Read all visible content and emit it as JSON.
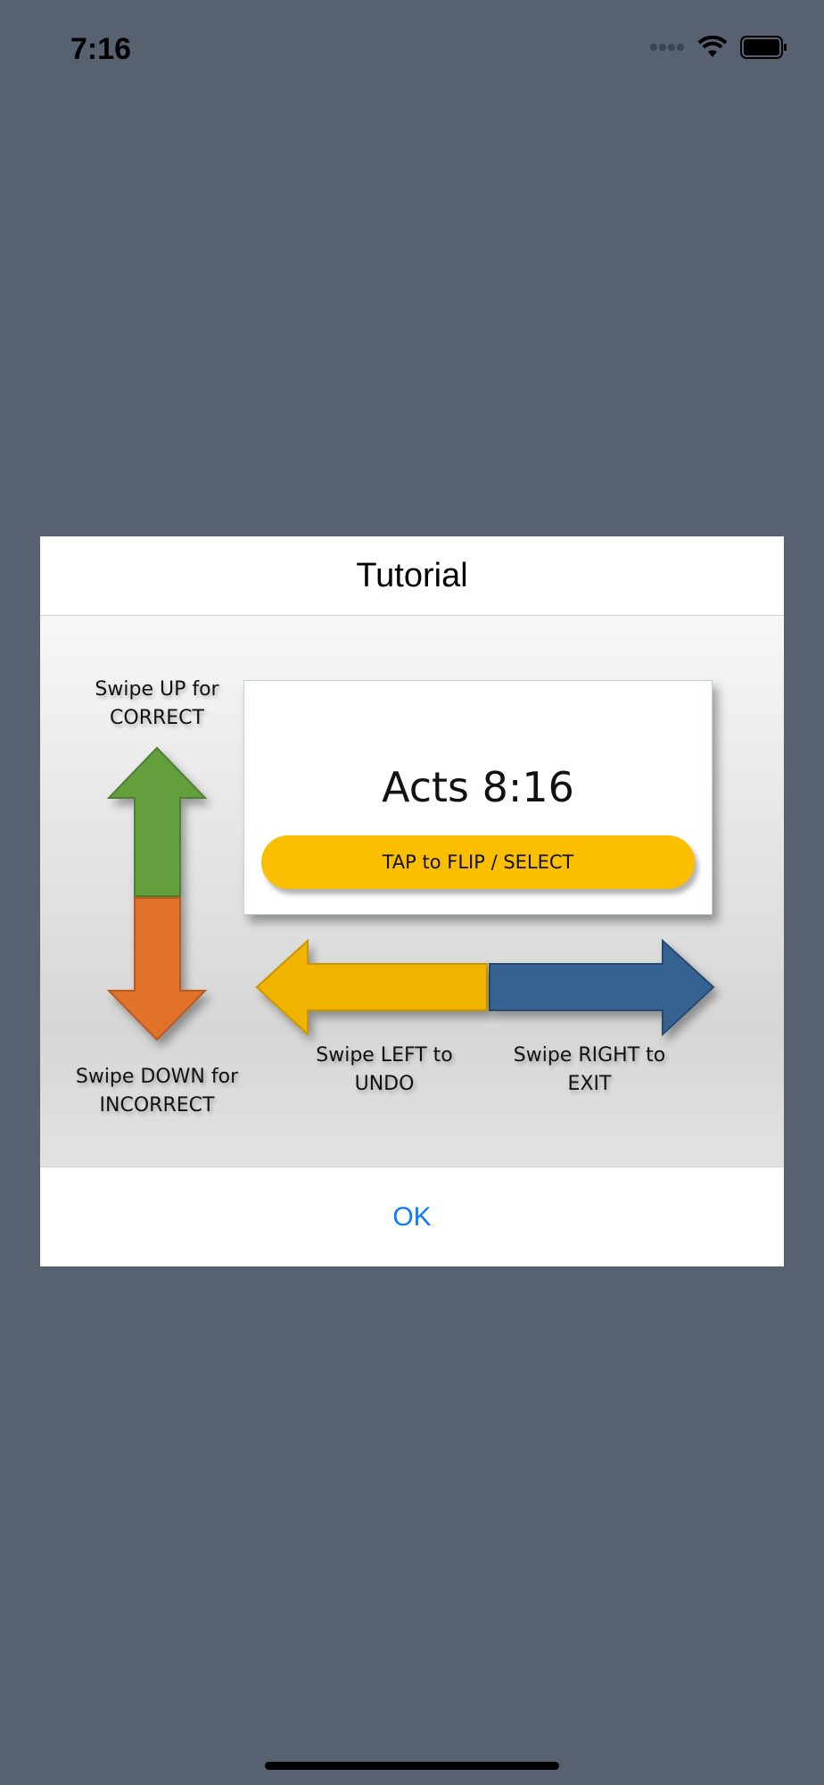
{
  "status_bar": {
    "time": "7:16",
    "icons": [
      "signal-dots-icon",
      "wifi-icon",
      "battery-icon"
    ]
  },
  "dialog": {
    "title": "Tutorial",
    "tutorial": {
      "up_label": [
        "Swipe UP for",
        "CORRECT"
      ],
      "down_label": [
        "Swipe DOWN for",
        "INCORRECT"
      ],
      "left_label": [
        "Swipe LEFT to",
        "UNDO"
      ],
      "right_label": [
        "Swipe RIGHT to",
        "EXIT"
      ],
      "card_reference": "Acts 8:16",
      "card_button": "TAP to FLIP / SELECT",
      "colors": {
        "up": "#64a03c",
        "down": "#e0722c",
        "left": "#f0b400",
        "right": "#356290",
        "pill": "#fbbf00"
      }
    },
    "ok_label": "OK"
  },
  "colors": {
    "background": "#586170",
    "accent": "#0a7aff"
  }
}
